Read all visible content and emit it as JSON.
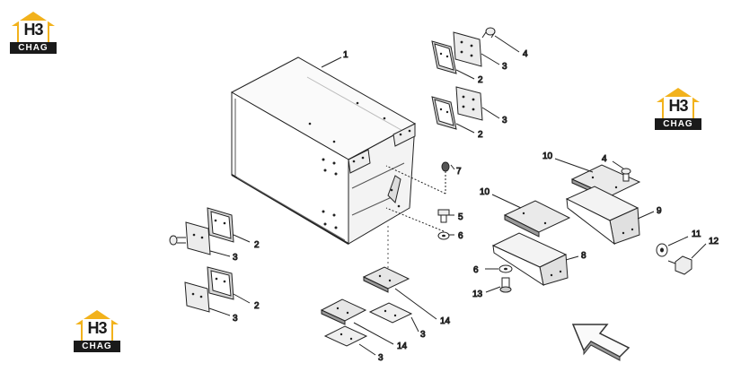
{
  "logos": [
    {
      "mark": "H3",
      "text": "CHAG"
    },
    {
      "mark": "H3",
      "text": "CHAG"
    },
    {
      "mark": "H3",
      "text": "CHAG"
    }
  ],
  "callouts": [
    {
      "id": "c1",
      "label": "1"
    },
    {
      "id": "c2a",
      "label": "2"
    },
    {
      "id": "c3a",
      "label": "3"
    },
    {
      "id": "c4a",
      "label": "4"
    },
    {
      "id": "c3b",
      "label": "3"
    },
    {
      "id": "c2b",
      "label": "2"
    },
    {
      "id": "c7",
      "label": "7"
    },
    {
      "id": "c5",
      "label": "5"
    },
    {
      "id": "c6a",
      "label": "6"
    },
    {
      "id": "c2c",
      "label": "2"
    },
    {
      "id": "c3c",
      "label": "3"
    },
    {
      "id": "c2d",
      "label": "2"
    },
    {
      "id": "c3d",
      "label": "3"
    },
    {
      "id": "c14a",
      "label": "14"
    },
    {
      "id": "c14b",
      "label": "14"
    },
    {
      "id": "c3e",
      "label": "3"
    },
    {
      "id": "c3f",
      "label": "3"
    },
    {
      "id": "c10a",
      "label": "10"
    },
    {
      "id": "c4b",
      "label": "4"
    },
    {
      "id": "c10b",
      "label": "10"
    },
    {
      "id": "c9",
      "label": "9"
    },
    {
      "id": "c11",
      "label": "11"
    },
    {
      "id": "c12",
      "label": "12"
    },
    {
      "id": "c8",
      "label": "8"
    },
    {
      "id": "c6b",
      "label": "6"
    },
    {
      "id": "c13",
      "label": "13"
    }
  ]
}
